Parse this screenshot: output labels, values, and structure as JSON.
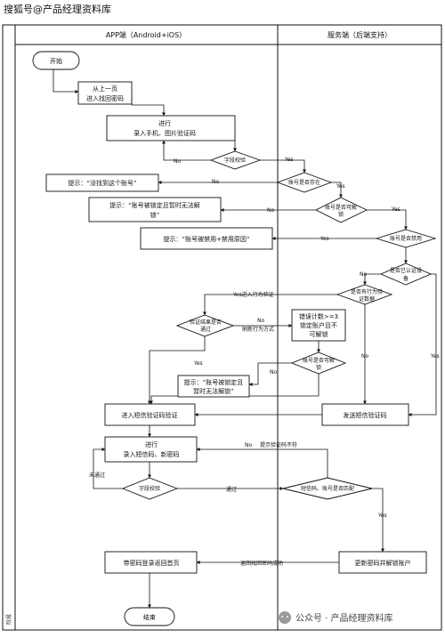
{
  "watermark_top": "搜狐号@产品经理资料库",
  "watermark_bottom": "公众号 · 产品经理资料库",
  "lanes": {
    "app": "APP端（Android+iOS）",
    "server": "服务端（后端支持）",
    "phase": "阶段"
  },
  "nodes": {
    "start": "开始",
    "from_prev": [
      "从上一页",
      "进入找回密码"
    ],
    "enter_phone": [
      "进行",
      "录入手机、图片验证码"
    ],
    "field_check1": "字段校验",
    "tip_no_account": "提示：“没找到这个账号”",
    "account_exists": "账号是否存在",
    "tip_locked1": [
      "提示：“账号被锁定且暂时无法解",
      "锁”"
    ],
    "can_unlock1": [
      "账号是否可解",
      "锁"
    ],
    "tip_banned": "提示：“账号被禁用+禁用原因”",
    "is_banned": "账号是否禁用",
    "recognized_device": [
      "是否已认证设",
      "备"
    ],
    "has_behavior": [
      "是否有行为验",
      "证数据"
    ],
    "verify_pass": [
      "验证结果是否",
      "通过"
    ],
    "error_count": [
      "错误计数>=3",
      "锁定账户且不",
      "可解锁"
    ],
    "can_unlock2": [
      "账号是否可解",
      "锁"
    ],
    "tip_locked2": [
      "提示：“账号被锁定且",
      "暂时无法解锁”"
    ],
    "enter_sms": "进入短信验证码验证",
    "send_sms": "发送短信验证码",
    "enter_code_pwd": [
      "进行",
      "录入短信码、新密码"
    ],
    "field_check2": "字段校验",
    "code_match": "短信码、账号是否匹配",
    "login_home": "带密码登录返回首页",
    "update_pwd": "更新密码并解锁账户",
    "end": "结束"
  },
  "edge_labels": {
    "no_1": "No",
    "yes_1": "Yes",
    "no_2": "No",
    "yes_2": "Yes",
    "no_3": "No",
    "yes_3": "Yes",
    "yes_4": "Yes",
    "no_4": "No",
    "yes_behavior": "Yes进入行为验证",
    "no_5": "No",
    "refresh": "刷新行为方式",
    "no_6": "No",
    "yes_5": "Yes",
    "no_7": "No",
    "yes_6": "Yes",
    "no_8": "No",
    "code_mismatch": "提示验证码不符",
    "not_pass": "未通过",
    "pass": "通过",
    "yes_7": "Yes",
    "return_success": "返回找回密码成功"
  }
}
